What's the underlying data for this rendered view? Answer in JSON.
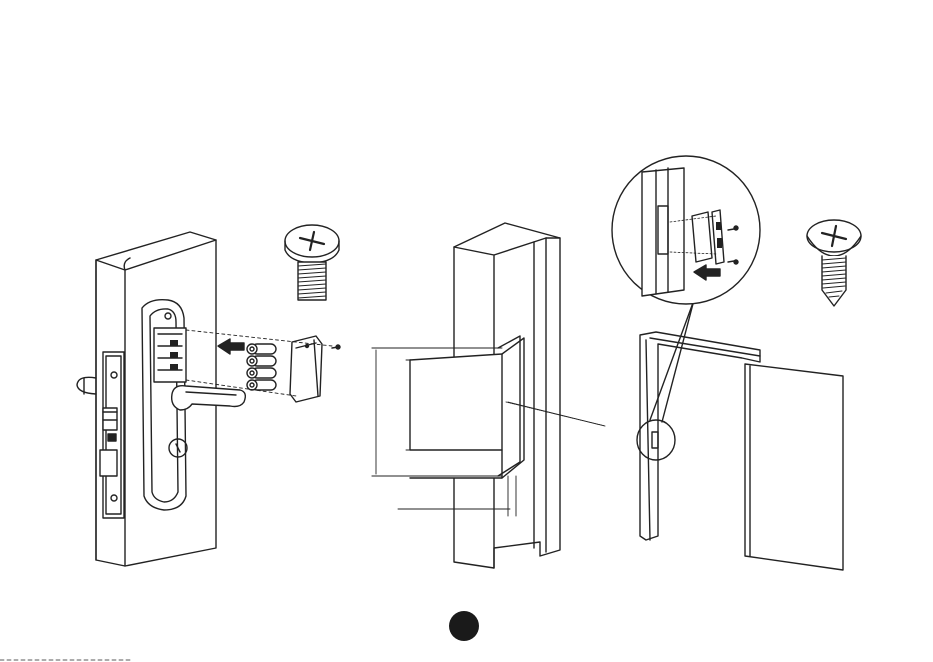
{
  "illustration": {
    "panels": [
      {
        "name": "door-with-lock-battery-install",
        "arrow_icon": "arrow-left-icon"
      },
      {
        "name": "door-frame-strike-cutout"
      },
      {
        "name": "door-and-frame-with-strike-detail",
        "arrow_icon": "arrow-left-icon"
      }
    ],
    "screws": [
      {
        "name": "pan-head-machine-screw",
        "icon": "phillips-screw-icon"
      },
      {
        "name": "countersunk-wood-screw",
        "icon": "phillips-screw-icon"
      }
    ],
    "batteries": {
      "count": 4
    },
    "colors": {
      "line": "#222222",
      "page_marker": "#1a1a1a",
      "background": "#ffffff"
    }
  },
  "page_marker": {
    "shape": "filled-circle"
  }
}
